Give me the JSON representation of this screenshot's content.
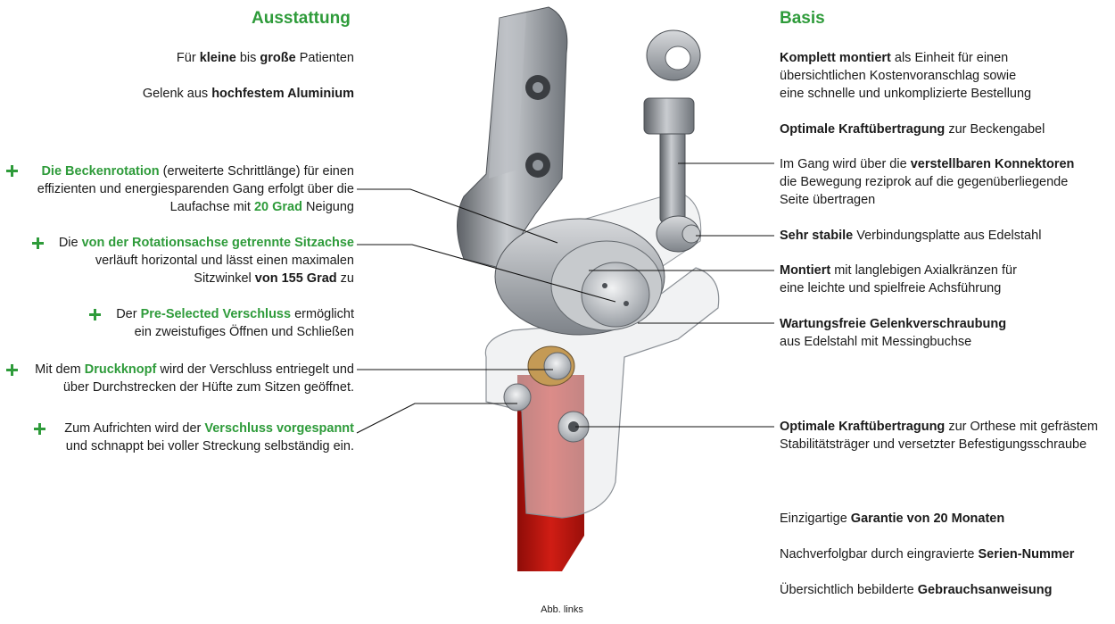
{
  "left": {
    "heading": "Ausstattung",
    "intro": [
      {
        "parts": [
          "Für ",
          "kleine",
          " bis ",
          "große",
          " Patienten"
        ]
      },
      {
        "parts": [
          "Gelenk aus ",
          "hochfestem Aluminium"
        ]
      }
    ],
    "features": [
      {
        "lines": [
          [
            "Die Beckenrotation",
            " (erweiterte Schrittlänge) für einen"
          ],
          [
            "effizienten und energiesparenden Gang erfolgt über die"
          ],
          [
            "Laufachse mit ",
            "20 Grad",
            " Neigung"
          ]
        ]
      },
      {
        "lines": [
          [
            "Die ",
            "von der Rotationsachse getrennte Sitzachse"
          ],
          [
            "verläuft horizontal und lässt einen maximalen"
          ],
          [
            "Sitzwinkel ",
            "von 155 Grad",
            " zu"
          ]
        ]
      },
      {
        "lines": [
          [
            "Der ",
            "Pre-Selected Verschluss",
            " ermöglicht"
          ],
          [
            "ein zweistufiges Öffnen und Schließen"
          ]
        ]
      },
      {
        "lines": [
          [
            "Mit dem ",
            "Druckknopf",
            " wird der Verschluss entriegelt und"
          ],
          [
            "über Durchstrecken der Hüfte zum Sitzen geöffnet."
          ]
        ]
      },
      {
        "lines": [
          [
            "Zum Aufrichten wird der ",
            "Verschluss vorgespannt"
          ],
          [
            "und schnappt bei voller Streckung selbständig ein."
          ]
        ]
      }
    ]
  },
  "right": {
    "heading": "Basis",
    "items": [
      {
        "lines": [
          [
            "Komplett montiert",
            " als Einheit für einen"
          ],
          [
            "übersichtlichen Kostenvoranschlag sowie"
          ],
          [
            "eine schnelle und unkomplizierte Bestellung"
          ]
        ]
      },
      {
        "lines": [
          [
            "Optimale Kraftübertragung",
            " zur Beckengabel"
          ]
        ]
      },
      {
        "lines": [
          [
            "Im Gang wird über die ",
            "verstellbaren Konnektoren"
          ],
          [
            "die Bewegung reziprok auf die gegenüberliegende"
          ],
          [
            "Seite übertragen"
          ]
        ]
      },
      {
        "lines": [
          [
            "Sehr stabile",
            " Verbindungsplatte aus Edelstahl"
          ]
        ]
      },
      {
        "lines": [
          [
            "Montiert",
            " mit langlebigen Axialkränzen für"
          ],
          [
            "eine leichte und spielfreie Achsführung"
          ]
        ]
      },
      {
        "lines": [
          [
            "Wartungsfreie Gelenkverschraubung"
          ],
          [
            "aus Edelstahl mit Messingbuchse"
          ]
        ]
      },
      {
        "lines": [
          [
            "Optimale Kraftübertragung",
            " zur Orthese mit gefrästem"
          ],
          [
            "Stabilitätsträger und versetzter Befestigungsschraube"
          ]
        ]
      },
      {
        "lines": [
          [
            "Einzigartige ",
            "Garantie von 20 Monaten"
          ]
        ]
      },
      {
        "lines": [
          [
            "Nachverfolgbar durch eingravierte ",
            "Serien-Nummer"
          ]
        ]
      },
      {
        "lines": [
          [
            "Übersichtlich bebilderte ",
            "Gebrauchsanweisung"
          ]
        ]
      }
    ]
  },
  "caption": "Abb. links",
  "colors": {
    "accent": "#2e9b3a",
    "bar_red": "#c41a12",
    "metal": "#9aa0a6"
  }
}
